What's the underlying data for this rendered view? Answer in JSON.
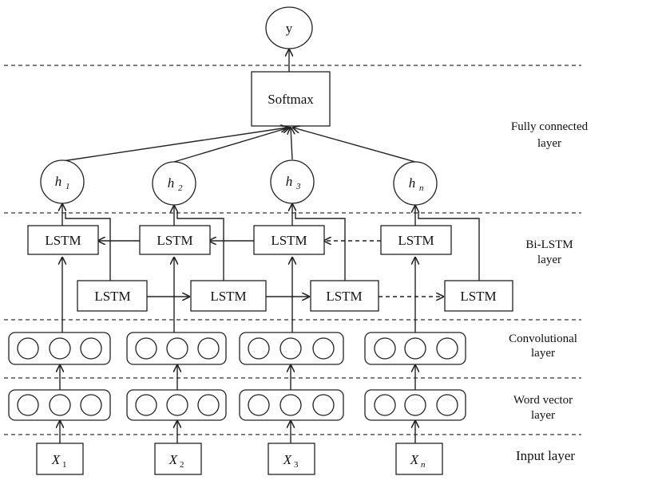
{
  "output": {
    "label": "y"
  },
  "softmax": {
    "label": "Softmax"
  },
  "hidden": [
    {
      "base": "h",
      "sub": "1"
    },
    {
      "base": "h",
      "sub": "2"
    },
    {
      "base": "h",
      "sub": "3"
    },
    {
      "base": "h",
      "sub": "n"
    }
  ],
  "lstm": {
    "label": "LSTM"
  },
  "inputs": [
    {
      "base": "X",
      "sub": "1"
    },
    {
      "base": "X",
      "sub": "2"
    },
    {
      "base": "X",
      "sub": "3"
    },
    {
      "base": "X",
      "sub": "n"
    }
  ],
  "layers": {
    "fully_connected": [
      "Fully connected",
      "layer"
    ],
    "bilstm": [
      "Bi-LSTM",
      "layer"
    ],
    "convolutional": [
      "Convolutional",
      "layer"
    ],
    "word_vector": [
      "Word vector",
      "layer"
    ],
    "input": [
      "Input layer"
    ]
  },
  "colors": {
    "stroke": "#222222",
    "text": "#111111",
    "background": "#ffffff"
  }
}
